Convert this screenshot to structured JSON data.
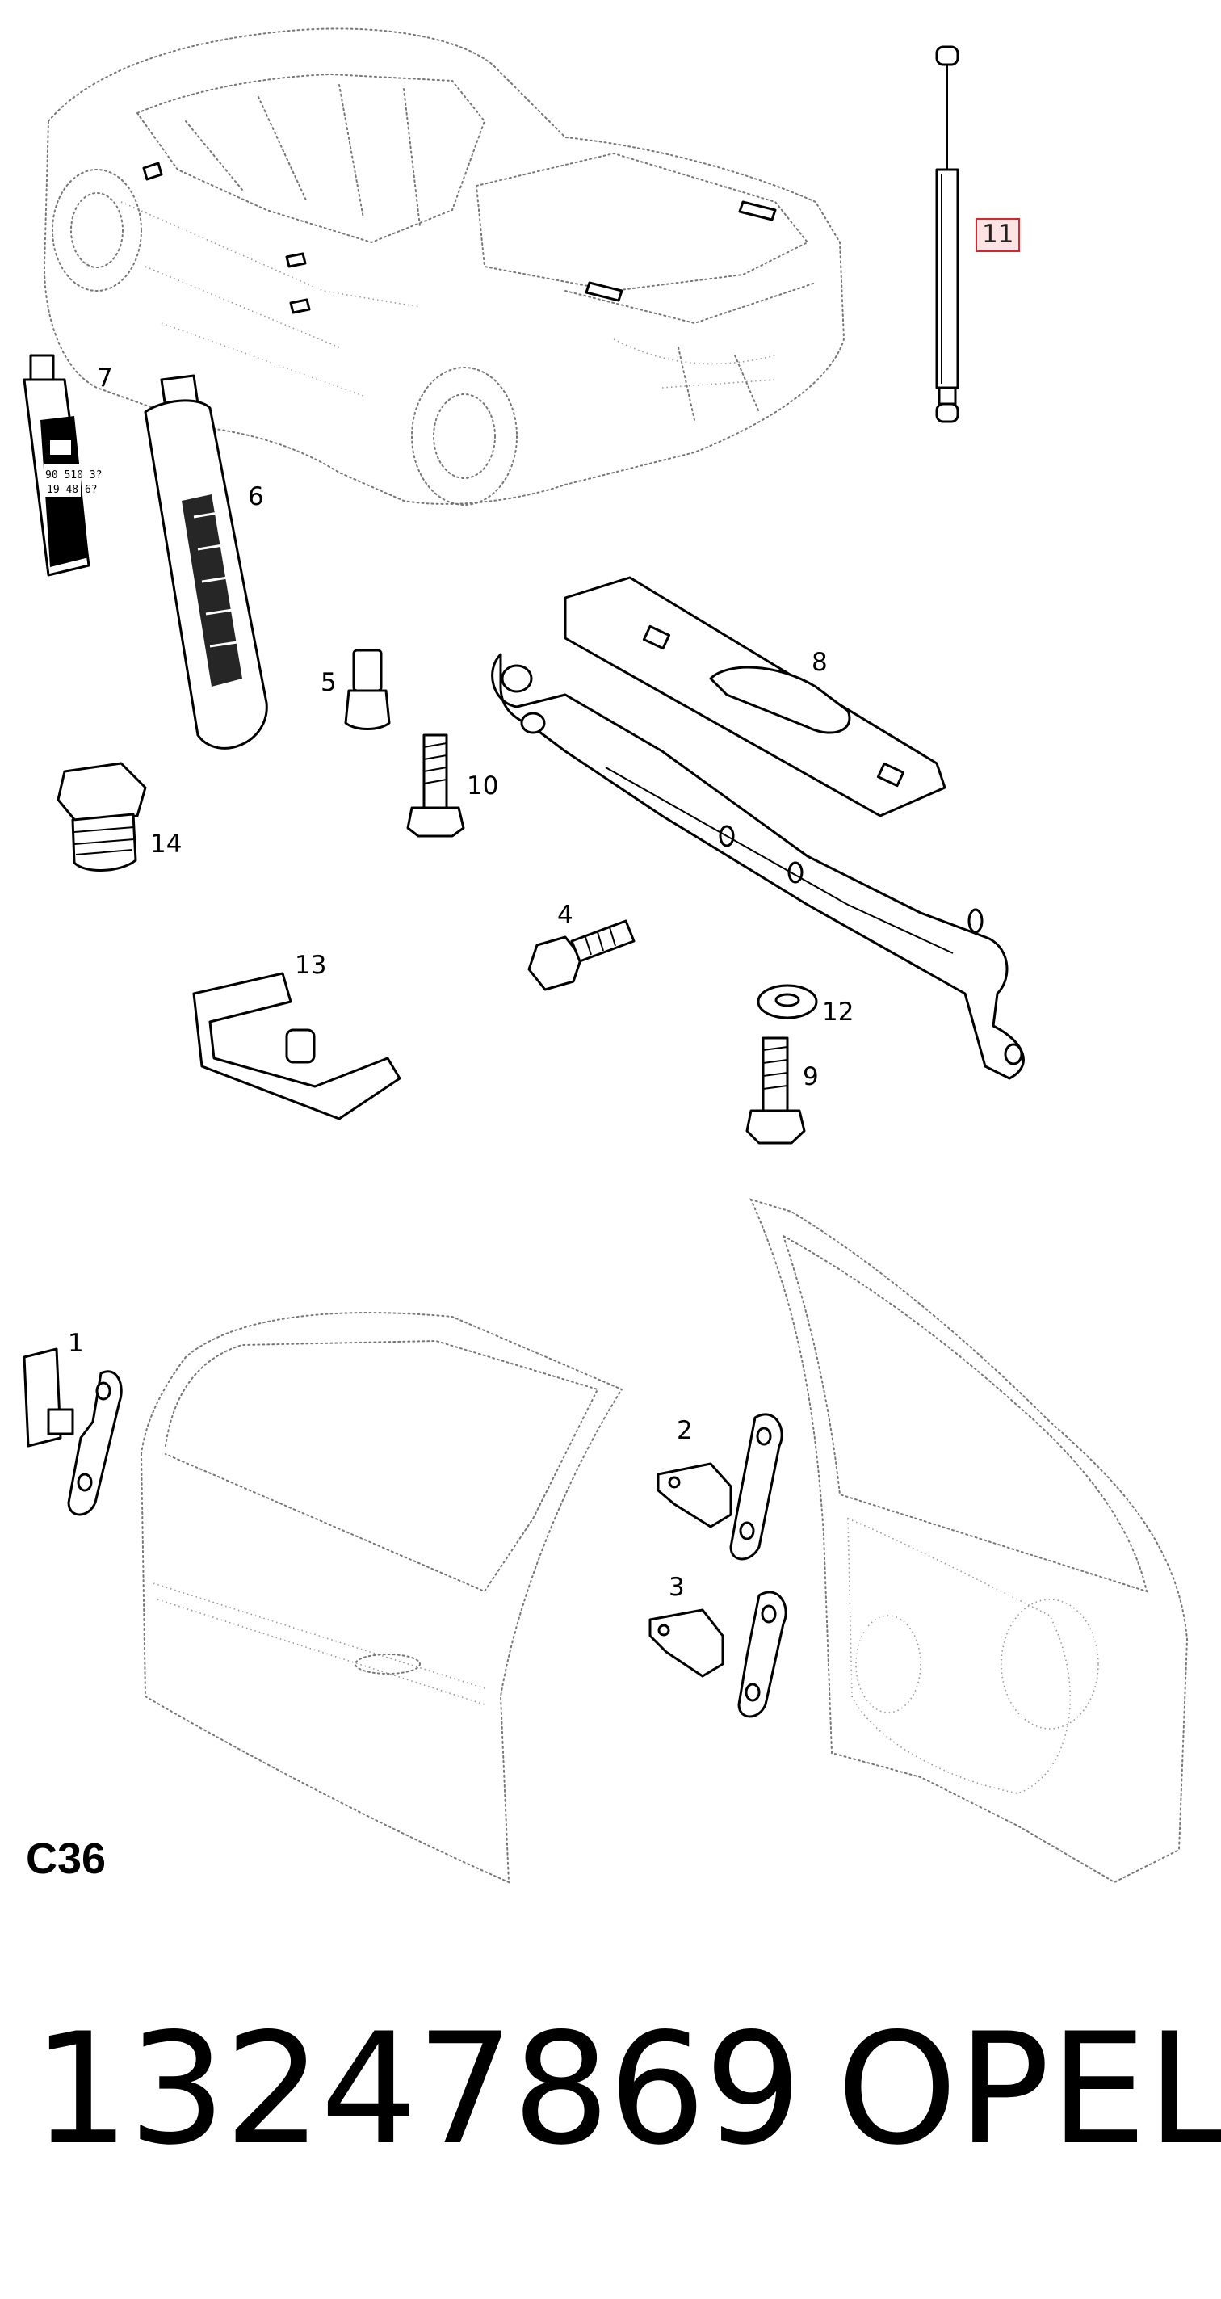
{
  "callouts": [
    {
      "id": "1",
      "label": "1"
    },
    {
      "id": "2",
      "label": "2"
    },
    {
      "id": "3",
      "label": "3"
    },
    {
      "id": "4",
      "label": "4"
    },
    {
      "id": "5",
      "label": "5"
    },
    {
      "id": "6",
      "label": "6"
    },
    {
      "id": "7",
      "label": "7"
    },
    {
      "id": "8",
      "label": "8"
    },
    {
      "id": "9",
      "label": "9"
    },
    {
      "id": "10",
      "label": "10"
    },
    {
      "id": "11",
      "label": "11",
      "highlighted": true
    },
    {
      "id": "12",
      "label": "12"
    },
    {
      "id": "13",
      "label": "13"
    },
    {
      "id": "14",
      "label": "14"
    }
  ],
  "tube_small_text": [
    "90 510 3?",
    "19 48 6?"
  ],
  "section_code": "C36",
  "footer": {
    "part_number": "13247869",
    "brand": "OPEL"
  },
  "colors": {
    "highlight_border": "#d9262c",
    "highlight_fill": "#fde3e4",
    "ink": "#000000"
  }
}
